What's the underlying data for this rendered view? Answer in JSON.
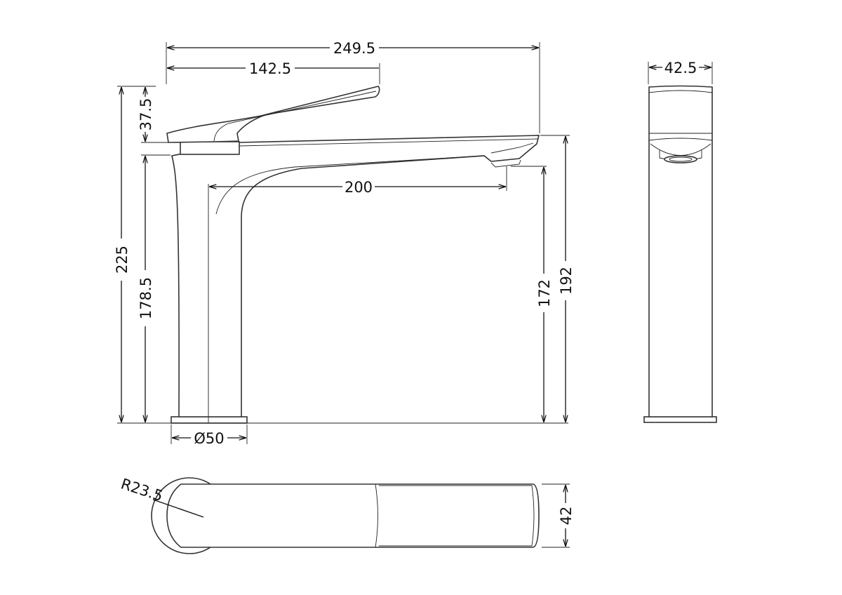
{
  "drawing": {
    "front_view": {
      "overall_length": "249.5",
      "lever_length": "142.5",
      "lever_height": "37.5",
      "overall_height": "225",
      "body_height": "178.5",
      "spout_reach": "200",
      "spout_outlet_height": "172",
      "spout_top_height": "192",
      "base_diameter": "Ø50"
    },
    "side_view": {
      "width": "42.5"
    },
    "top_view": {
      "radius": "R23.5",
      "width": "42"
    }
  }
}
